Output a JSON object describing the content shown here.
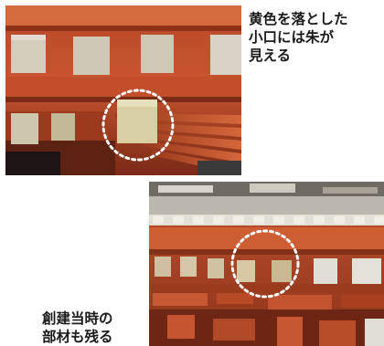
{
  "captions": {
    "top": {
      "lines": [
        "黄色を落とした",
        "小口には朱が",
        "見える"
      ]
    },
    "bottom": {
      "lines": [
        "創建当時の",
        "部材も残る"
      ]
    }
  },
  "photos": {
    "top": {
      "highlight_color": "#ffffff"
    },
    "bottom": {
      "highlight_color": "#ffffff"
    }
  },
  "colors": {
    "vermilion": "#c8542e",
    "vermilion_dark": "#8a2f17",
    "beam_end_yellow": "#d9cfa3",
    "beam_end_grey": "#bfbfb8",
    "caption_text": "#1a1a1a"
  }
}
